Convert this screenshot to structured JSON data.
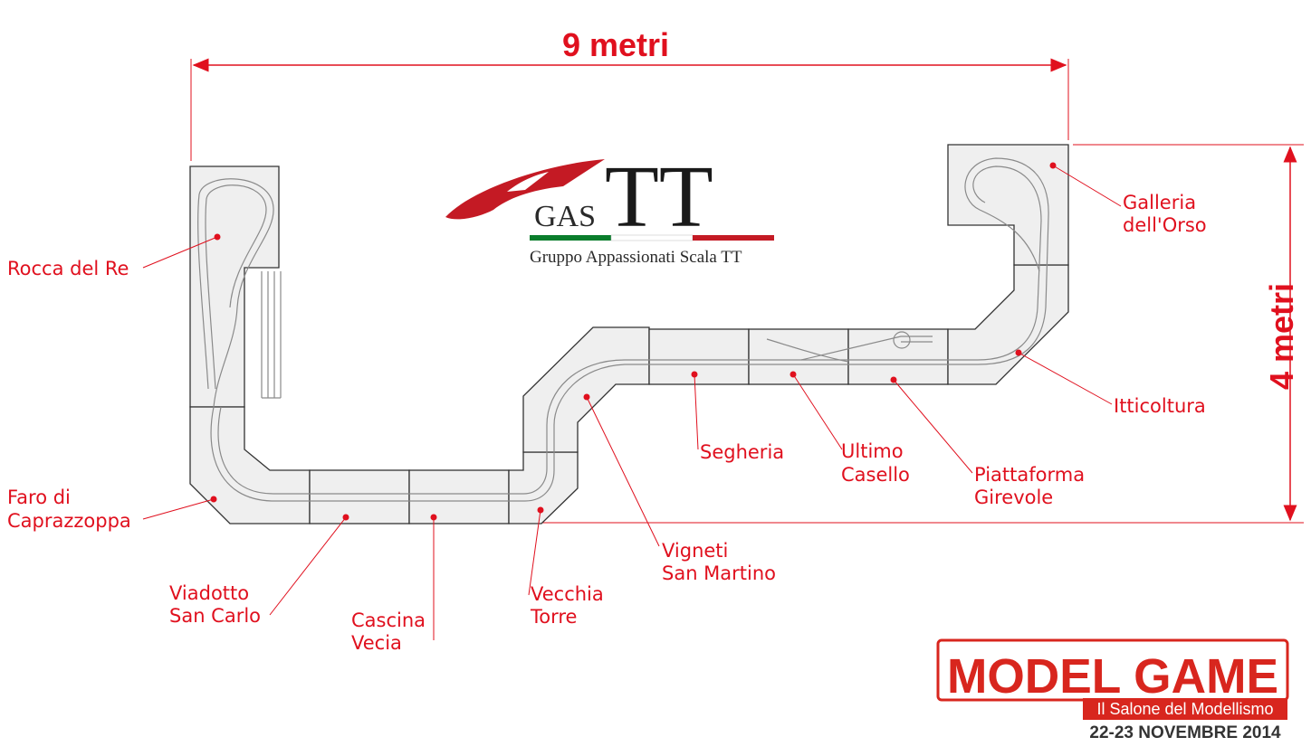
{
  "dimensions": {
    "width": "9 metri",
    "height": "4 metri"
  },
  "logo": {
    "gas": "GAS",
    "tt": "TT",
    "subtitle": "Gruppo Appassionati Scala TT"
  },
  "labels": {
    "rocca": "Rocca del Re",
    "faro": [
      "Faro di",
      "Caprazzoppa"
    ],
    "viadotto": [
      "Viadotto",
      "San Carlo"
    ],
    "cascina": [
      "Cascina",
      "Vecia"
    ],
    "vecchia": [
      "Vecchia",
      "Torre"
    ],
    "vigneti": [
      "Vigneti",
      "San Martino"
    ],
    "segheria": "Segheria",
    "ultimo": [
      "Ultimo",
      "Casello"
    ],
    "piattaforma": [
      "Piattaforma",
      "Girevole"
    ],
    "itticoltura": "Itticoltura",
    "galleria": [
      "Galleria",
      "dell'Orso"
    ]
  },
  "event": {
    "title": "MODEL GAME",
    "subtitle": "Il Salone del Modellismo",
    "date": "22-23 NOVEMBRE 2014"
  },
  "colors": {
    "accent": "#e0101e",
    "module_fill": "#efefef",
    "module_stroke": "#333333"
  }
}
